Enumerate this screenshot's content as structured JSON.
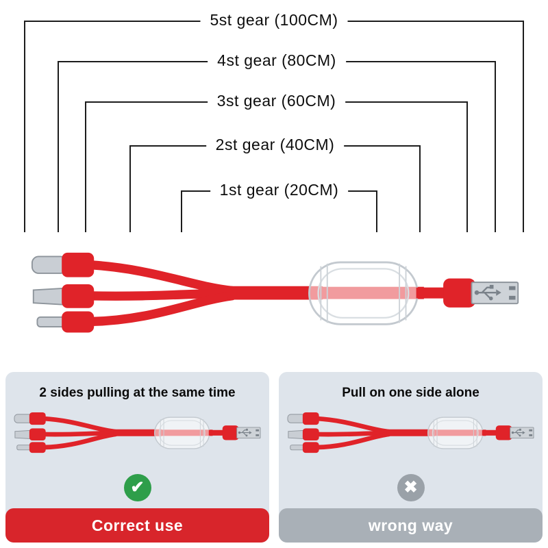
{
  "gear_diagram": {
    "gears": [
      {
        "text": "5st gear (100CM)"
      },
      {
        "text": "4st gear (80CM)"
      },
      {
        "text": "3st gear (60CM)"
      },
      {
        "text": "2st gear (40CM)"
      },
      {
        "text": "1st gear (20CM)"
      }
    ]
  },
  "usage_panels": {
    "correct": {
      "title": "2 sides pulling at the same time",
      "banner": "Correct use",
      "icon": "check-icon",
      "icon_glyph": "✔",
      "icon_color": "#2e9e4a",
      "banner_color": "#d8252b"
    },
    "wrong": {
      "title": "Pull on one side alone",
      "banner": "wrong way",
      "icon": "cross-icon",
      "icon_glyph": "✖",
      "icon_color": "#9aa1a8",
      "banner_color": "#a9b0b7"
    }
  },
  "colors": {
    "cable_red": "#e02329",
    "connector_silver": "#c9ced4",
    "panel_background": "#dee4eb",
    "bracket_line": "#1c1c1c"
  }
}
